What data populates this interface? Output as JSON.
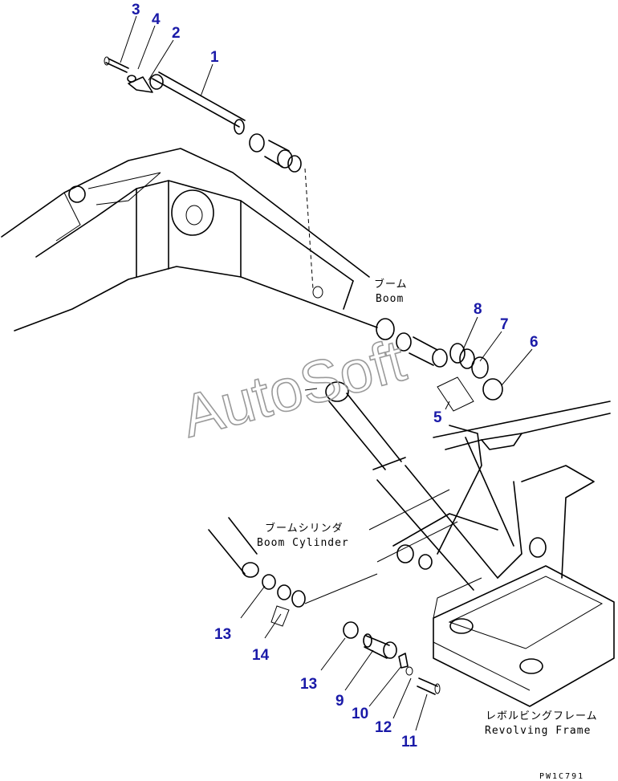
{
  "watermark": "AutoSoft",
  "drawing_code": "PW1C791",
  "captions": {
    "boom_jp": "ブーム",
    "boom_en": "Boom",
    "boom_cylinder_jp": "ブームシリンダ",
    "boom_cylinder_en": "Boom Cylinder",
    "revolving_frame_jp": "レボルビングフレーム",
    "revolving_frame_en": "Revolving Frame"
  },
  "callouts": [
    {
      "id": "c1",
      "label": "1"
    },
    {
      "id": "c2",
      "label": "2"
    },
    {
      "id": "c3",
      "label": "3"
    },
    {
      "id": "c4",
      "label": "4"
    },
    {
      "id": "c5",
      "label": "5"
    },
    {
      "id": "c6",
      "label": "6"
    },
    {
      "id": "c7",
      "label": "7"
    },
    {
      "id": "c8",
      "label": "8"
    },
    {
      "id": "c9",
      "label": "9"
    },
    {
      "id": "c10",
      "label": "10"
    },
    {
      "id": "c11",
      "label": "11"
    },
    {
      "id": "c12",
      "label": "12"
    },
    {
      "id": "c13a",
      "label": "13"
    },
    {
      "id": "c13b",
      "label": "13"
    },
    {
      "id": "c14",
      "label": "14"
    }
  ],
  "colors": {
    "callout": "#1a1aa8",
    "line": "#000000",
    "watermark": "#9a9a9a"
  }
}
